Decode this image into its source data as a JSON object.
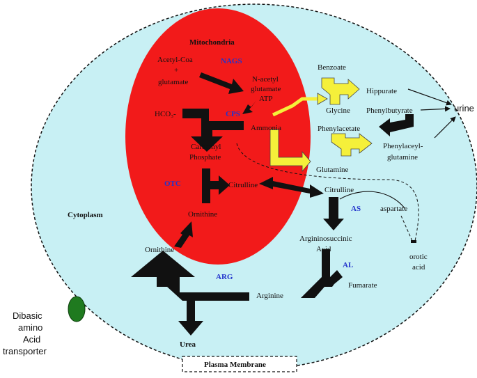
{
  "colors": {
    "cytoplasm": "#c8f0f4",
    "mitochondria": "#f21a1a",
    "transporter": "#1f7a1f",
    "drug_arrow": "#f5f03a",
    "enzyme_text": "#2233cc"
  },
  "labels": {
    "mitochondria": "Mitochondria",
    "acetyl_coa": "Acetyl-Coa",
    "plus": "+",
    "glutamate": "glutamate",
    "nags": "NAGS",
    "n_acetyl": "N-acetyl",
    "glutamate2": "glutamate",
    "atp": "ATP",
    "hco3": "HCO₃-",
    "cps": "CPS",
    "ammonia": "Ammonia",
    "carbamyl": "Carbamyl",
    "phosphate": "Phosphate",
    "otc": "OTC",
    "citrulline_mito": "Citrulline",
    "ornithine_mito": "Ornithine",
    "cytoplasm": "Cytoplasm",
    "benzoate": "Benzoate",
    "hippurate": "Hippurate",
    "glycine": "Glycine",
    "phenylbutyrate": "Phenylbutyrate",
    "urine": "urine",
    "phenylacetate": "Phenylacetate",
    "phenylacetyl_1": "Phenylaceyl-",
    "phenylacetyl_2": "glutamine",
    "glutamine": "Glutamine",
    "citrulline_cyto": "Citrulline",
    "as": "AS",
    "aspartate": "aspartate",
    "argininosuccinic_1": "Argininosuccinic",
    "argininosuccinic_2": "Acid",
    "al": "AL",
    "fumarate": "Fumarate",
    "orotic_1": "orotic",
    "orotic_2": "acid",
    "ornithine_cyto": "Ornithine",
    "arg": "ARG",
    "arginine": "Arginine",
    "urea": "Urea",
    "transporter_1": "Dibasic",
    "transporter_2": "amino",
    "transporter_3": "Acid",
    "transporter_4": "transporter",
    "plasma_membrane": "Plasma Membrane"
  }
}
